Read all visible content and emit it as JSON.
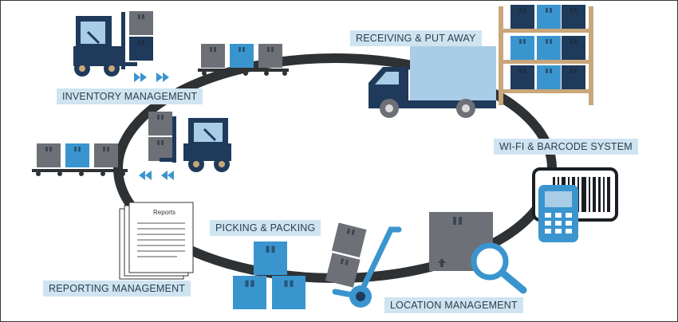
{
  "labels": {
    "inventory": "INVENTORY MANAGEMENT",
    "receiving": "RECEIVING & PUT AWAY",
    "wifi": "WI-FI & BARCODE SYSTEM",
    "picking": "PICKING & PACKING",
    "reporting": "REPORTING MANAGEMENT",
    "location": "LOCATION MANAGEMENT"
  },
  "document": {
    "title": "Reports"
  },
  "icons": [
    "forklift-icon",
    "delivery-truck-icon",
    "warehouse-shelf-icon",
    "barcode-scanner-icon",
    "document-stack-icon",
    "hand-truck-icon",
    "magnifier-icon",
    "box-icon",
    "conveyor-belt-icon"
  ],
  "colors": {
    "dark_navy": "#1f3a5a",
    "mid_blue": "#3a95cf",
    "light_blue": "#a9cde6",
    "box_gray": "#6d7077",
    "track": "#2f3234",
    "label_bg": "#cfe4f1",
    "label_text": "#2a3f4e"
  }
}
